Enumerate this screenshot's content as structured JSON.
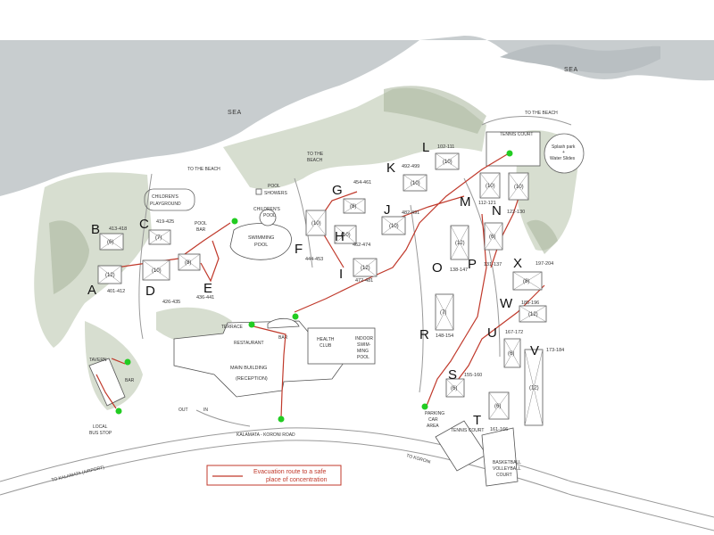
{
  "sea": {
    "label_left": "SEA",
    "label_right": "SEA"
  },
  "directions": {
    "beach_top": "TO THE BEACH",
    "beach_left": "TO THE BEACH",
    "beach_mid_1": "TO THE",
    "beach_mid_2": "BEACH",
    "airport": "TO KALAMATA (AIRPORT)",
    "koroni": "TO KORONI"
  },
  "road": "KALAMATA - KORONI ROAD",
  "places": {
    "playground_1": "CHILDREN'S",
    "playground_2": "PLAYGROUND",
    "pool_showers_1": "POOL",
    "pool_showers_2": "SHOWERS",
    "childrens_pool_1": "CHILDREN'S",
    "childrens_pool_2": "POOL",
    "swimming_pool_1": "SWIMMING",
    "swimming_pool_2": "POOL",
    "pool_bar_1": "POOL",
    "pool_bar_2": "BAR",
    "terrace": "TERRACE",
    "restaurant": "RESTAURANT",
    "bar": "BAR",
    "main_building_1": "MAIN BUILDING",
    "main_building_2": "(RECEPTION)",
    "health_club_1": "HEALTH",
    "health_club_2": "CLUB",
    "indoor_pool_1": "INDOOR",
    "indoor_pool_2": "SWIM-",
    "indoor_pool_3": "MING",
    "indoor_pool_4": "POOL",
    "tavern": "TAVERN",
    "tavern_bar": "BAR",
    "out": "OUT",
    "in": "IN",
    "bus_stop_1": "LOCAL",
    "bus_stop_2": "BUS STOP",
    "parking_1": "PARKING",
    "parking_2": "CAR",
    "parking_3": "AREA",
    "tennis_top": "TENNIS COURT",
    "tennis_bottom": "TENNIS COURT",
    "basketball_1": "BASKETBALL",
    "basketball_2": "VOLLEYBALL",
    "basketball_3": "COURT",
    "splash_1": "Splash park",
    "splash_2": "+",
    "splash_3": "Water Slides"
  },
  "blocks": [
    {
      "letter": "A",
      "rooms": "401-412",
      "count": "(12)"
    },
    {
      "letter": "B",
      "rooms": "413-418",
      "count": "(6)"
    },
    {
      "letter": "C",
      "rooms": "419-425",
      "count": "(7)"
    },
    {
      "letter": "D",
      "rooms": "426-435",
      "count": "(10)"
    },
    {
      "letter": "E",
      "rooms": "436-441",
      "count": "(8)"
    },
    {
      "letter": "F",
      "rooms": "444-453",
      "count": "(10)"
    },
    {
      "letter": "G",
      "rooms": "454-461",
      "count": "(8)"
    },
    {
      "letter": "H",
      "rooms": "462-474",
      "count": "(10)"
    },
    {
      "letter": "I",
      "rooms": "472-481",
      "count": "(12)"
    },
    {
      "letter": "J",
      "rooms": "482-491",
      "count": "(10)"
    },
    {
      "letter": "K",
      "rooms": "492-499",
      "count": "(10)"
    },
    {
      "letter": "L",
      "rooms": "102-111",
      "count": "(10)"
    },
    {
      "letter": "M",
      "rooms": "112-121",
      "count": "(10)"
    },
    {
      "letter": "N",
      "rooms": "122-130",
      "count": "(10)"
    },
    {
      "letter": "O",
      "rooms": "138-147",
      "count": "(12)"
    },
    {
      "letter": "P",
      "rooms": "131-137",
      "count": "(6)"
    },
    {
      "letter": "R",
      "rooms": "148-154",
      "count": "(7)"
    },
    {
      "letter": "S",
      "rooms": "155-160",
      "count": "(6)"
    },
    {
      "letter": "T",
      "rooms": "161-166",
      "count": "(6)"
    },
    {
      "letter": "U",
      "rooms": "167-172",
      "count": "(6)"
    },
    {
      "letter": "V",
      "rooms": "173-184",
      "count": "(12)"
    },
    {
      "letter": "W",
      "rooms": "185-196",
      "count": "(12)"
    },
    {
      "letter": "X",
      "rooms": "197-204",
      "count": "(8)"
    }
  ],
  "legend": {
    "line1": "Evacuation route to a safe",
    "line2": "place of concentration"
  },
  "colors": {
    "route": "#c0392b",
    "assembly_point": "#22cc22",
    "sea": "#c8cdcf",
    "vegetation": "#a7b59a"
  }
}
